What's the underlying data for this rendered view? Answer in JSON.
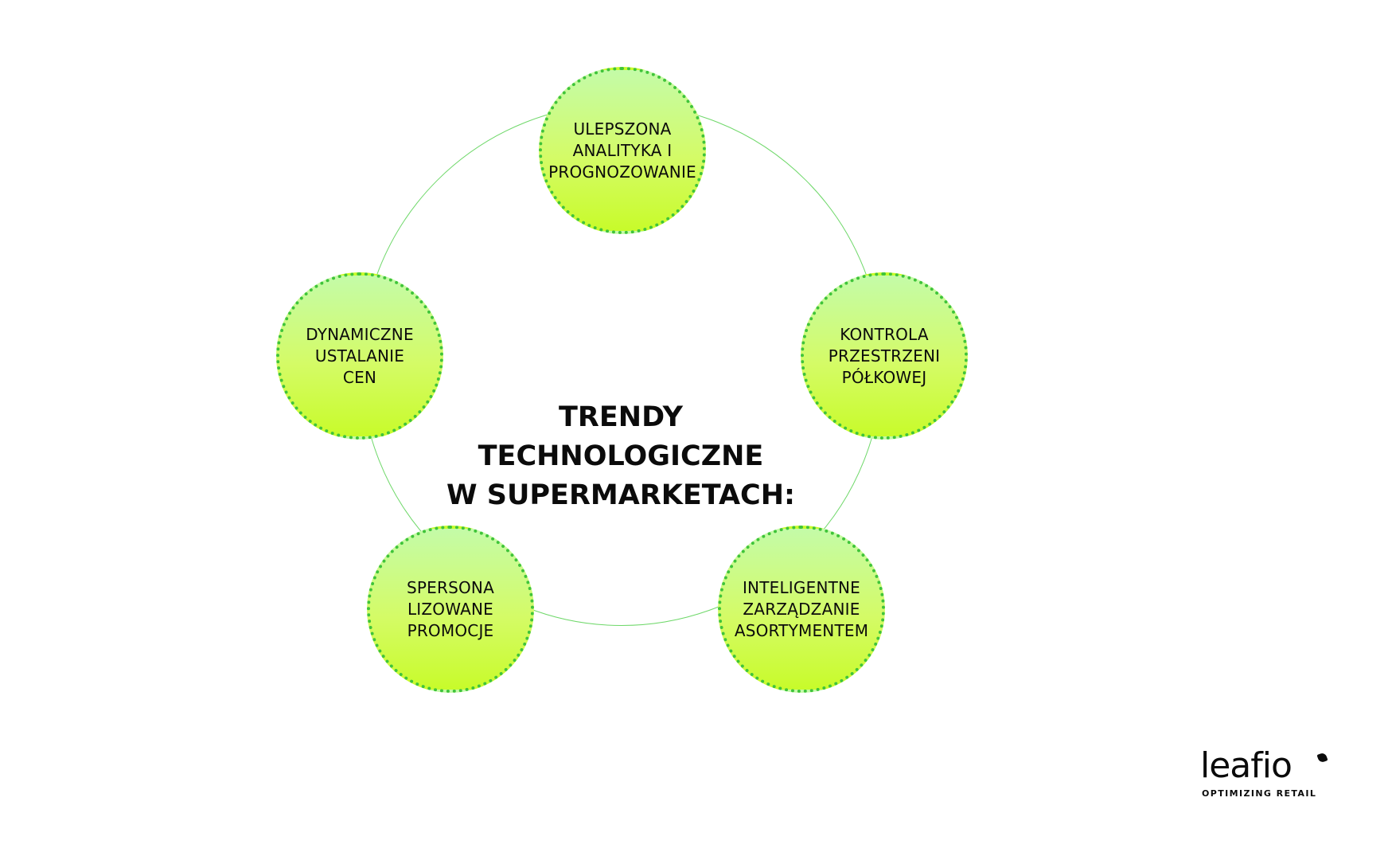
{
  "title": "TRENDY\nTECHNOLOGICZNE\nW SUPERMARKETACH:",
  "colors": {
    "ring": "#6fd86a",
    "node_border": "#3fc43a",
    "node_fill_top": "#c4fba8",
    "node_fill_bottom": "#c8fb2a",
    "text": "#0b0b0b"
  },
  "nodes": [
    {
      "label": "ULEPSZONA\nANALITYKA I\nPROGNOZOWANIE"
    },
    {
      "label": "KONTROLA\nPRZESTRZENI\nPÓŁKOWEJ"
    },
    {
      "label": "INTELIGENTNE\nZARZĄDZANIE\nASORTYMENTEM"
    },
    {
      "label": "SPERSONA\nLIZOWANE\nPROMOCJE"
    },
    {
      "label": "DYNAMICZNE\nUSTALANIE\nCEN"
    }
  ],
  "logo": {
    "wordmark": "leafio",
    "tagline": "OPTIMIZING RETAIL"
  }
}
